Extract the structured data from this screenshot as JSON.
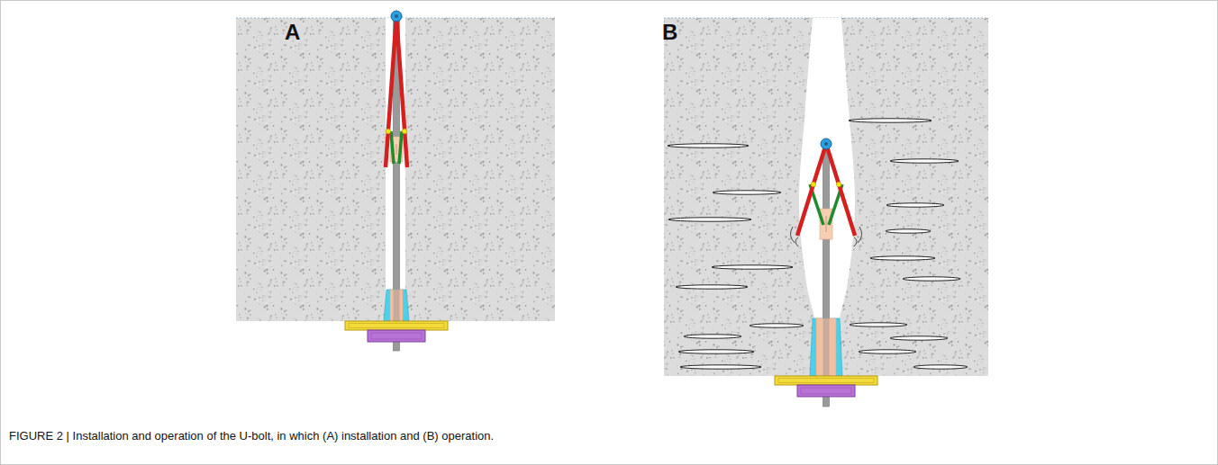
{
  "diagram": {
    "caption": "FIGURE 2 | Installation and operation of the U-bolt, in which (A) installation and (B) operation.",
    "labels": [
      "A",
      "B"
    ]
  }
}
